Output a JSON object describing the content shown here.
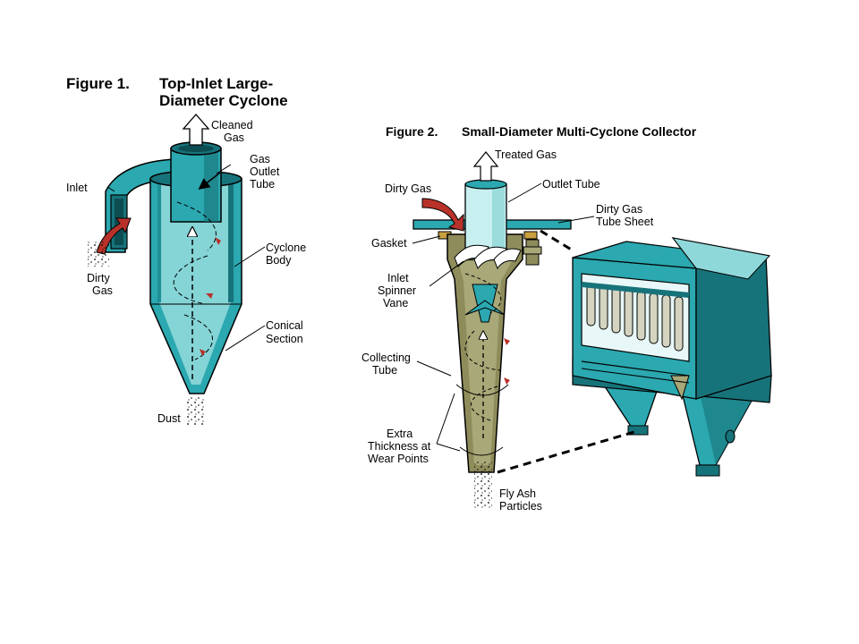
{
  "colors": {
    "teal": "#2ba8b0",
    "teal_dark": "#17737a",
    "teal_light": "#bfeaea",
    "olive": "#8f8c5b",
    "olive_light": "#a8a878",
    "red_arrow": "#b8322a",
    "outline": "#000000"
  },
  "figure1": {
    "number": "Figure 1.",
    "title_line1": "Top-Inlet Large-",
    "title_line2": "Diameter Cyclone",
    "labels": {
      "cleaned_1": "Cleaned",
      "cleaned_2": "Gas",
      "gas_outlet_1": "Gas",
      "gas_outlet_2": "Outlet",
      "gas_outlet_3": "Tube",
      "inlet": "Inlet",
      "cyclone_body_1": "Cyclone",
      "cyclone_body_2": "Body",
      "dirty_gas_1": "Dirty",
      "dirty_gas_2": "Gas",
      "conical_1": "Conical",
      "conical_2": "Section",
      "dust": "Dust"
    }
  },
  "figure2": {
    "number": "Figure 2.",
    "title": "Small-Diameter Multi-Cyclone Collector",
    "labels": {
      "treated_gas": "Treated Gas",
      "dirty_gas": "Dirty Gas",
      "outlet_tube": "Outlet Tube",
      "tube_sheet_1": "Dirty Gas",
      "tube_sheet_2": "Tube Sheet",
      "gasket": "Gasket",
      "spinner_1": "Inlet",
      "spinner_2": "Spinner",
      "spinner_3": "Vane",
      "collecting_1": "Collecting",
      "collecting_2": "Tube",
      "extra_1": "Extra",
      "extra_2": "Thickness at",
      "extra_3": "Wear Points",
      "fly_ash_1": "Fly Ash",
      "fly_ash_2": "Particles"
    }
  }
}
